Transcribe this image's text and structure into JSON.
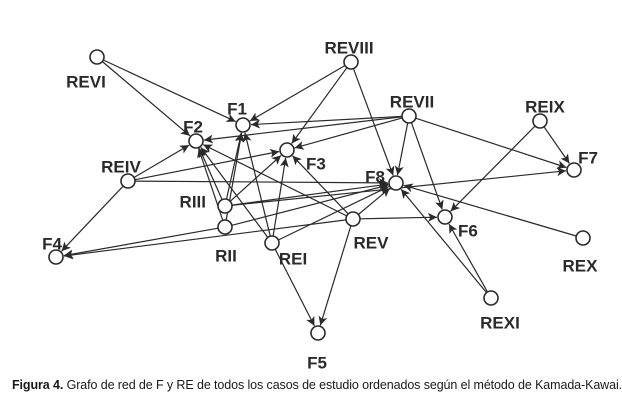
{
  "caption": {
    "label": "Figura 4.",
    "text": "Grafo de red de F y RE de todos los casos de estudio ordenados según el método de Kamada-Kawai."
  },
  "nodes": [
    {
      "id": "F1",
      "label": "F1"
    },
    {
      "id": "F2",
      "label": "F2"
    },
    {
      "id": "F3",
      "label": "F3"
    },
    {
      "id": "F4",
      "label": "F4"
    },
    {
      "id": "F5",
      "label": "F5"
    },
    {
      "id": "F6",
      "label": "F6"
    },
    {
      "id": "F7",
      "label": "F7"
    },
    {
      "id": "F8",
      "label": "F8"
    },
    {
      "id": "REI",
      "label": "REI"
    },
    {
      "id": "RII",
      "label": "RII"
    },
    {
      "id": "RIII",
      "label": "RIII"
    },
    {
      "id": "REIV",
      "label": "REIV"
    },
    {
      "id": "REV",
      "label": "REV"
    },
    {
      "id": "REVI",
      "label": "REVI"
    },
    {
      "id": "REVII",
      "label": "REVII"
    },
    {
      "id": "REVIII",
      "label": "REVIII"
    },
    {
      "id": "REIX",
      "label": "REIX"
    },
    {
      "id": "REX",
      "label": "REX"
    },
    {
      "id": "REXI",
      "label": "REXI"
    }
  ],
  "edges": [
    {
      "from": "REVI",
      "to": "F1"
    },
    {
      "from": "REVI",
      "to": "F2"
    },
    {
      "from": "REVIII",
      "to": "F1"
    },
    {
      "from": "REVIII",
      "to": "F3"
    },
    {
      "from": "REVIII",
      "to": "F8"
    },
    {
      "from": "REVII",
      "to": "F1"
    },
    {
      "from": "REVII",
      "to": "F2"
    },
    {
      "from": "REVII",
      "to": "F3"
    },
    {
      "from": "REVII",
      "to": "F7"
    },
    {
      "from": "REVII",
      "to": "F8"
    },
    {
      "from": "REVII",
      "to": "F6"
    },
    {
      "from": "REIX",
      "to": "F7"
    },
    {
      "from": "REIX",
      "to": "F6"
    },
    {
      "from": "REIV",
      "to": "F2"
    },
    {
      "from": "REIV",
      "to": "F3"
    },
    {
      "from": "REIV",
      "to": "F4"
    },
    {
      "from": "REIV",
      "to": "F8"
    },
    {
      "from": "RIII",
      "to": "F1"
    },
    {
      "from": "RIII",
      "to": "F2"
    },
    {
      "from": "RIII",
      "to": "F3"
    },
    {
      "from": "RIII",
      "to": "F8"
    },
    {
      "from": "RIII",
      "to": "F7"
    },
    {
      "from": "RII",
      "to": "F1"
    },
    {
      "from": "RII",
      "to": "F2"
    },
    {
      "from": "RII",
      "to": "F8"
    },
    {
      "from": "RII",
      "to": "F4"
    },
    {
      "from": "REI",
      "to": "F1"
    },
    {
      "from": "REI",
      "to": "F2"
    },
    {
      "from": "REI",
      "to": "F3"
    },
    {
      "from": "REI",
      "to": "F5"
    },
    {
      "from": "REI",
      "to": "F8"
    },
    {
      "from": "REV",
      "to": "F2"
    },
    {
      "from": "REV",
      "to": "F3"
    },
    {
      "from": "REV",
      "to": "F4"
    },
    {
      "from": "REV",
      "to": "F5"
    },
    {
      "from": "REV",
      "to": "F6"
    },
    {
      "from": "REV",
      "to": "F8"
    },
    {
      "from": "REX",
      "to": "F8"
    },
    {
      "from": "REXI",
      "to": "F6"
    },
    {
      "from": "REXI",
      "to": "F8"
    }
  ]
}
